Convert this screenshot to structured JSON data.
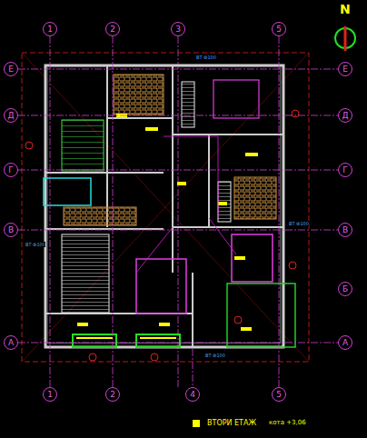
{
  "diagram": {
    "title": "ВТОРИ ЕТАЖ",
    "nodes": [
      {
        "text": [
          "1"
        ]
      },
      {
        "text": [
          "2"
        ]
      },
      {
        "text": [
          "3"
        ]
      },
      {
        "text": [
          "5"
        ]
      },
      {
        "text": [
          "Е"
        ]
      },
      {
        "text": [
          "Д"
        ]
      },
      {
        "text": [
          "Г"
        ]
      },
      {
        "text": [
          "В"
        ]
      },
      {
        "text": [
          "А"
        ]
      },
      {
        "text": [
          "Е"
        ]
      },
      {
        "text": [
          "Д"
        ]
      },
      {
        "text": [
          "Г"
        ]
      },
      {
        "text": [
          "В"
        ]
      },
      {
        "text": [
          "Б"
        ]
      },
      {
        "text": [
          "А"
        ]
      },
      {
        "text": [
          "1"
        ]
      },
      {
        "text": [
          "2"
        ]
      },
      {
        "text": [
          "4"
        ]
      },
      {
        "text": [
          "5"
        ]
      }
    ],
    "edges": [
      {
        "from": 0,
        "to": 15,
        "arrow": "none"
      },
      {
        "from": 1,
        "to": 16,
        "arrow": "none"
      },
      {
        "from": 3,
        "to": 18,
        "arrow": "none"
      },
      {
        "from": 4,
        "to": 9,
        "arrow": "none"
      },
      {
        "from": 5,
        "to": 10,
        "arrow": "none"
      },
      {
        "from": 6,
        "to": 11,
        "arrow": "none"
      },
      {
        "from": 7,
        "to": 12,
        "arrow": "none"
      },
      {
        "from": 8,
        "to": 14,
        "arrow": "none"
      }
    ],
    "labels": [
      "N",
      "кота +3,06",
      "ВТ Ф100",
      "ВТ Ф100",
      "ВТ Ф100",
      "ВТ Ф100"
    ]
  }
}
